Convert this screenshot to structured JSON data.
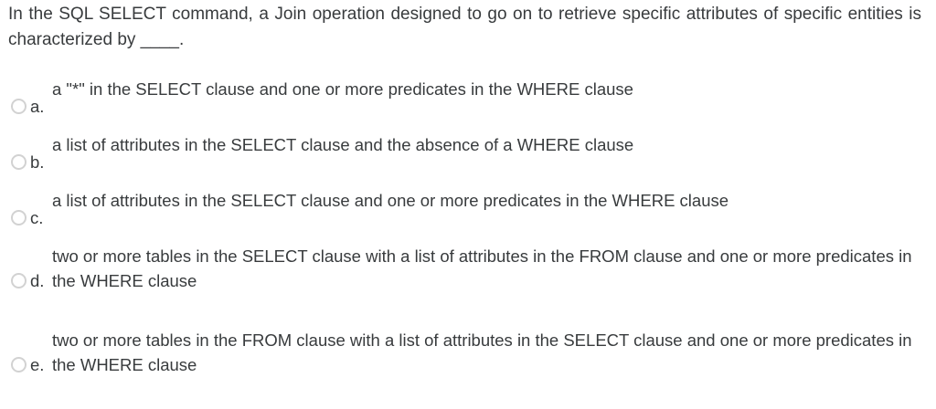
{
  "question": {
    "text": "In the SQL SELECT command, a Join operation designed to go on to retrieve specific attributes of specific entities is characterized by ____."
  },
  "options": [
    {
      "letter": "a.",
      "text": "a \"*\" in the SELECT clause and one or more predicates in the WHERE clause",
      "selected": false
    },
    {
      "letter": "b.",
      "text": "a list of attributes in the SELECT clause and the absence of a WHERE clause",
      "selected": false
    },
    {
      "letter": "c.",
      "text": "a list of attributes in the SELECT clause and one or more predicates in the WHERE clause",
      "selected": false
    },
    {
      "letter": "d.",
      "text": "two or more tables in the SELECT clause with a list of attributes in the FROM clause and one or more predicates in the WHERE clause",
      "selected": false
    },
    {
      "letter": "e.",
      "text": "two or more tables in the FROM clause with a list of attributes in the SELECT clause and one or more predicates in the WHERE clause",
      "selected": false
    }
  ],
  "colors": {
    "background": "#ffffff",
    "text": "#383b3d",
    "radio_border": "#d2d2d2"
  }
}
